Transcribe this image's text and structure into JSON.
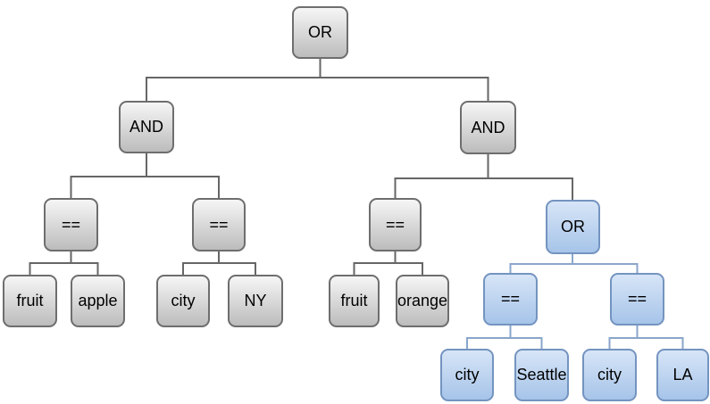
{
  "diagram_title": "boolean-expression-tree",
  "colors": {
    "background": "#ffffff",
    "text": "#000000",
    "gray_node_fill_top": "#f6f6f6",
    "gray_node_fill_bottom": "#bcbcbc",
    "gray_node_border": "#6e6e6e",
    "blue_node_fill_top": "#d7e5f7",
    "blue_node_fill_bottom": "#a6c4e9",
    "blue_node_border": "#7494c0",
    "gray_edge": "#666666",
    "blue_edge": "#8aa6cb"
  },
  "nodes": [
    {
      "id": "or-root",
      "label": "OR",
      "variant": "gray"
    },
    {
      "id": "and-left",
      "label": "AND",
      "variant": "gray"
    },
    {
      "id": "and-right",
      "label": "AND",
      "variant": "gray"
    },
    {
      "id": "eq-fruit-apple",
      "label": "==",
      "variant": "gray"
    },
    {
      "id": "eq-city-ny",
      "label": "==",
      "variant": "gray"
    },
    {
      "id": "eq-fruit-orange",
      "label": "==",
      "variant": "gray"
    },
    {
      "id": "or-city",
      "label": "OR",
      "variant": "blue"
    },
    {
      "id": "leaf-fruit-1",
      "label": "fruit",
      "variant": "gray"
    },
    {
      "id": "leaf-apple",
      "label": "apple",
      "variant": "gray"
    },
    {
      "id": "leaf-city-1",
      "label": "city",
      "variant": "gray"
    },
    {
      "id": "leaf-ny",
      "label": "NY",
      "variant": "gray"
    },
    {
      "id": "leaf-fruit-2",
      "label": "fruit",
      "variant": "gray"
    },
    {
      "id": "leaf-orange",
      "label": "orange",
      "variant": "gray"
    },
    {
      "id": "eq-city-seattle",
      "label": "==",
      "variant": "blue"
    },
    {
      "id": "eq-city-la",
      "label": "==",
      "variant": "blue"
    },
    {
      "id": "leaf-city-2",
      "label": "city",
      "variant": "blue"
    },
    {
      "id": "leaf-seattle",
      "label": "Seattle",
      "variant": "blue"
    },
    {
      "id": "leaf-city-3",
      "label": "city",
      "variant": "blue"
    },
    {
      "id": "leaf-la",
      "label": "LA",
      "variant": "blue"
    }
  ],
  "tree": {
    "label": "OR",
    "children": [
      {
        "label": "AND",
        "children": [
          {
            "label": "==",
            "children": [
              {
                "label": "fruit"
              },
              {
                "label": "apple"
              }
            ]
          },
          {
            "label": "==",
            "children": [
              {
                "label": "city"
              },
              {
                "label": "NY"
              }
            ]
          }
        ]
      },
      {
        "label": "AND",
        "children": [
          {
            "label": "==",
            "children": [
              {
                "label": "fruit"
              },
              {
                "label": "orange"
              }
            ]
          },
          {
            "label": "OR",
            "highlighted": true,
            "children": [
              {
                "label": "==",
                "highlighted": true,
                "children": [
                  {
                    "label": "city",
                    "highlighted": true
                  },
                  {
                    "label": "Seattle",
                    "highlighted": true
                  }
                ]
              },
              {
                "label": "==",
                "highlighted": true,
                "children": [
                  {
                    "label": "city",
                    "highlighted": true
                  },
                  {
                    "label": "LA",
                    "highlighted": true
                  }
                ]
              }
            ]
          }
        ]
      }
    ]
  }
}
